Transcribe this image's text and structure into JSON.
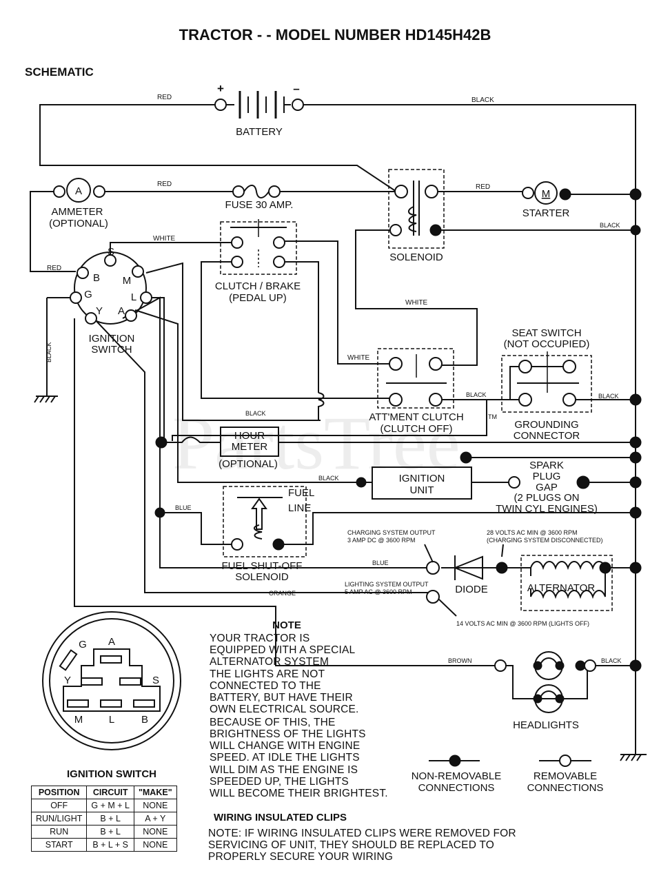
{
  "title": "TRACTOR - - MODEL NUMBER HD145H42B",
  "section": "SCHEMATIC",
  "watermark": "PartsTree",
  "watermark_tm": "TM",
  "labels": {
    "battery": "BATTERY",
    "battery_pos": "+",
    "battery_neg": "–",
    "ammeter": "AMMETER",
    "ammeter_opt": "(OPTIONAL)",
    "ammeter_symbol": "A",
    "fuse": "FUSE 30 AMP.",
    "starter": "STARTER",
    "starter_symbol": "M",
    "solenoid": "SOLENOID",
    "clutch_brake": "CLUTCH / BRAKE",
    "clutch_brake_sub": "(PEDAL UP)",
    "ignition_switch": "IGNITION",
    "ignition_switch_2": "SWITCH",
    "seat_switch": "SEAT SWITCH",
    "seat_switch_sub": "(NOT OCCUPIED)",
    "grounding": "GROUNDING",
    "grounding_2": "CONNECTOR",
    "attment_clutch": "ATT'MENT CLUTCH",
    "attment_clutch_sub": "(CLUTCH OFF)",
    "hour_meter": "HOUR",
    "hour_meter_2": "METER",
    "hour_meter_opt": "(OPTIONAL)",
    "ignition_unit": "IGNITION",
    "ignition_unit_2": "UNIT",
    "spark_1": "SPARK",
    "spark_2": "PLUG",
    "spark_3": "GAP",
    "spark_4": "(2 PLUGS ON",
    "spark_5": "TWIN CYL ENGINES)",
    "fuel_line": "FUEL",
    "fuel_line_2": "LINE",
    "fuel_solenoid": "FUEL SHUT-OFF",
    "fuel_solenoid_2": "SOLENOID",
    "diode": "DIODE",
    "alternator": "ALTERNATOR",
    "headlights": "HEADLIGHTS",
    "charging_out_1": "CHARGING SYSTEM OUTPUT",
    "charging_out_2": "3 AMP DC @ 3600 RPM",
    "volts_28_1": "28 VOLTS AC MIN @ 3600 RPM",
    "volts_28_2": "(CHARGING SYSTEM DISCONNECTED)",
    "lighting_out_1": "LIGHTING SYSTEM OUTPUT",
    "lighting_out_2": "5 AMP AC @ 3600 RPM",
    "volts_14": "14 VOLTS AC MIN @ 3600 RPM (LIGHTS OFF)",
    "non_removable": "NON-REMOVABLE",
    "non_removable_2": "CONNECTIONS",
    "removable": "REMOVABLE",
    "removable_2": "CONNECTIONS",
    "ign_pin_s": "S",
    "ign_pin_b": "B",
    "ign_pin_m": "M",
    "ign_pin_g": "G",
    "ign_pin_l": "L",
    "ign_pin_y": "Y",
    "ign_pin_a": "A"
  },
  "wires": {
    "red_top": "RED",
    "black_top": "BLACK",
    "red_ammeter": "RED",
    "red_starter": "RED",
    "black_starter": "BLACK",
    "white_clutch": "WHITE",
    "red_ign": "RED",
    "black_gnd": "BLACK",
    "white_mid": "WHITE",
    "white_att": "WHITE",
    "black_att": "BLACK",
    "black_seat": "BLACK",
    "black_hm": "BLACK",
    "black_iu": "BLACK",
    "blue_fuel": "BLUE",
    "blue_diode": "BLUE",
    "orange": "ORANGE",
    "brown": "BROWN",
    "black_head": "BLACK"
  },
  "note": {
    "heading": "NOTE",
    "lines": [
      "YOUR TRACTOR IS",
      "EQUIPPED WITH A SPECIAL",
      "ALTERNATOR SYSTEM",
      "THE LIGHTS ARE NOT",
      "CONNECTED TO THE",
      "BATTERY, BUT HAVE THEIR",
      "OWN ELECTRICAL SOURCE.",
      "BECAUSE OF THIS, THE",
      "BRIGHTNESS OF THE LIGHTS",
      "WILL CHANGE WITH ENGINE",
      "SPEED.  AT IDLE THE LIGHTS",
      "WILL DIM  AS THE ENGINE IS",
      "SPEEDED UP, THE LIGHTS",
      "WILL BECOME THEIR BRIGHTEST."
    ]
  },
  "wiring_clips": {
    "heading": "WIRING INSULATED CLIPS",
    "lines": [
      "NOTE: IF WIRING INSULATED CLIPS WERE REMOVED FOR",
      "SERVICING OF UNIT, THEY SHOULD BE REPLACED TO",
      "PROPERLY SECURE YOUR WIRING"
    ]
  },
  "connector": {
    "pins": [
      "G",
      "A",
      "Y",
      "S",
      "M",
      "L",
      "B"
    ]
  },
  "ignition_table": {
    "title": "IGNITION SWITCH",
    "headers": [
      "POSITION",
      "CIRCUIT",
      "\"MAKE\""
    ],
    "rows": [
      [
        "OFF",
        "G + M + L",
        "NONE"
      ],
      [
        "RUN/LIGHT",
        "B + L",
        "A + Y"
      ],
      [
        "RUN",
        "B + L",
        "NONE"
      ],
      [
        "START",
        "B + L + S",
        "NONE"
      ]
    ]
  }
}
